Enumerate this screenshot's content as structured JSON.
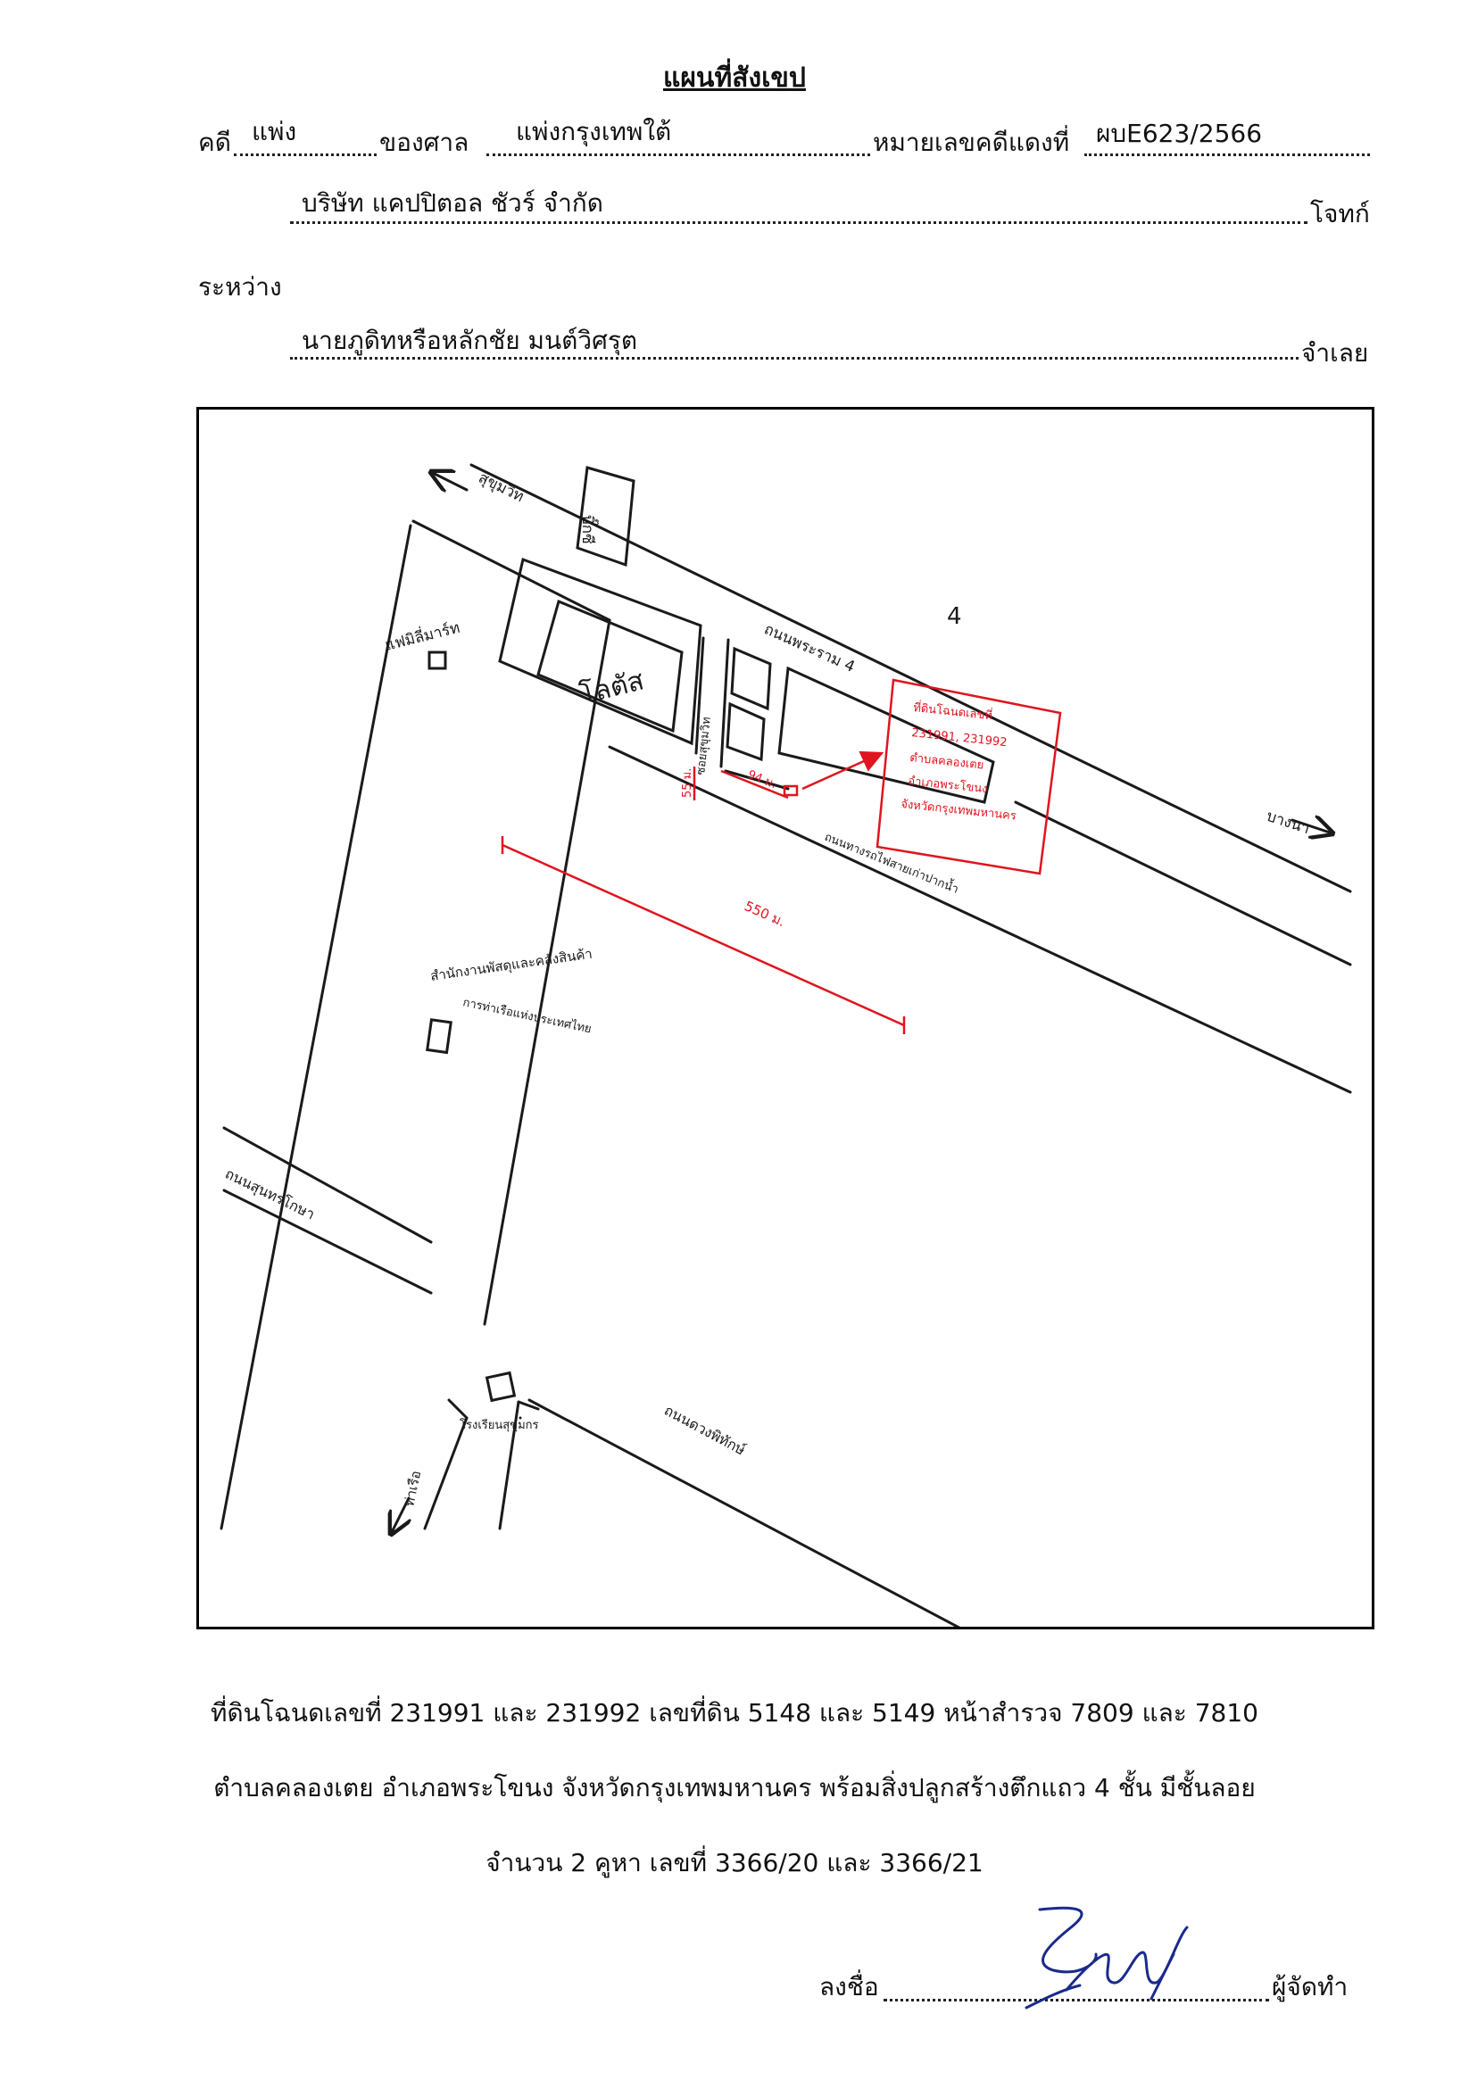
{
  "title": "แผนที่สังเขป",
  "header": {
    "case_label": "คดี",
    "case_type": "แพ่ง",
    "court_label": "ของศาล",
    "court_name": "แพ่งกรุงเทพใต้",
    "red_case_label": "หมายเลขคดีแดงที่",
    "red_case_number": "ผบE623/2566",
    "plaintiff_name": "บริษัท แคปปิตอล ชัวร์ จำกัด",
    "plaintiff_label": "โจทก์",
    "between_label": "ระหว่าง",
    "defendant_name": "นายภูดิทหรือหลักชัย มนต์วิศรุต",
    "defendant_label": "จำเลย"
  },
  "map": {
    "labels": {
      "sukhumvit": "สุขุมวิท",
      "big_c": "บิ๊กซี",
      "family_mart": "แฟมิลี่มาร์ท",
      "pracha_uthit": "ถนนพระราม 4",
      "number_4": "4",
      "lotus": "โลตัส",
      "soi": "ซอยสุขุมวิท",
      "dist_550": "550 ม.",
      "dist_55": "55 ม.",
      "dist_94": "94 ม.",
      "bangna": "บางนา",
      "rail_road": "ถนนทางรถไฟสายเก่าปากน้ำ",
      "office": "สำนักงานพัสดุและคลังสินค้า",
      "office2": "การท่าเรือแห่งประเทศไทย",
      "ring_road": "ถนนสุนทรโกษา",
      "tha_rua": "ท่าเรือ",
      "rama3": "ถนนดวงพิทักษ์",
      "school": "โรงเรียนสุขุมกร"
    },
    "land_note": [
      "ที่ดินโฉนดเลขที่",
      "231991, 231992",
      "ตำบลคลองเตย",
      "อำเภอพระโขนง",
      "จังหวัดกรุงเทพมหานคร"
    ],
    "colors": {
      "ink": "#1a1a1a",
      "red": "#e0141e"
    }
  },
  "caption": {
    "line1": "ที่ดินโฉนดเลขที่ 231991 และ 231992 เลขที่ดิน 5148 และ 5149 หน้าสำรวจ 7809 และ 7810",
    "line2": "ตำบลคลองเตย อำเภอพระโขนง จังหวัดกรุงเทพมหานคร พร้อมสิ่งปลูกสร้างตึกแถว 4 ชั้น มีชั้นลอย",
    "line3": "จำนวน 2 คูหา เลขที่ 3366/20 และ 3366/21"
  },
  "signature": {
    "sign_label": "ลงชื่อ",
    "maker_label": "ผู้จัดทำ"
  }
}
